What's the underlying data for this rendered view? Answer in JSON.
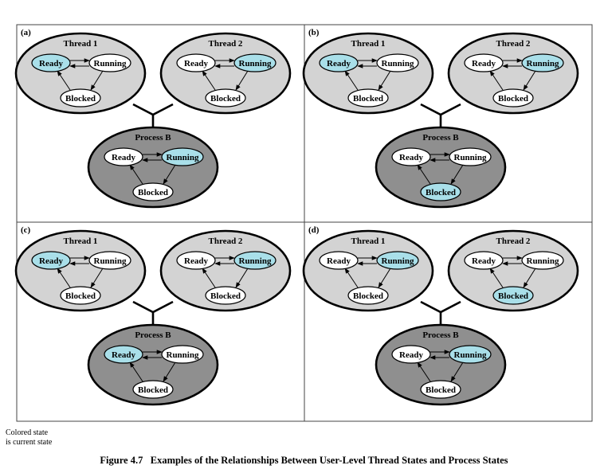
{
  "colors": {
    "current": "#a9dfe9",
    "normal": "#ffffff",
    "thread_fill": "#d3d3d3",
    "process_fill": "#8f8f8f",
    "line": "#000000"
  },
  "panels": [
    {
      "label": "(a)",
      "thread1": {
        "title": "Thread 1",
        "current": "Ready"
      },
      "thread2": {
        "title": "Thread 2",
        "current": "Running"
      },
      "process": {
        "title": "Process B",
        "current": "Running"
      }
    },
    {
      "label": "(b)",
      "thread1": {
        "title": "Thread 1",
        "current": "Ready"
      },
      "thread2": {
        "title": "Thread 2",
        "current": "Running"
      },
      "process": {
        "title": "Process B",
        "current": "Blocked"
      }
    },
    {
      "label": "(c)",
      "thread1": {
        "title": "Thread 1",
        "current": "Ready"
      },
      "thread2": {
        "title": "Thread 2",
        "current": "Running"
      },
      "process": {
        "title": "Process B",
        "current": "Ready"
      }
    },
    {
      "label": "(d)",
      "thread1": {
        "title": "Thread 1",
        "current": "Running"
      },
      "thread2": {
        "title": "Thread 2",
        "current": "Blocked"
      },
      "process": {
        "title": "Process B",
        "current": "Running"
      }
    }
  ],
  "states": [
    "Ready",
    "Running",
    "Blocked"
  ],
  "legend": {
    "line1": "Colored state",
    "line2": "is current state"
  },
  "caption": "Figure 4.7   Examples of the Relationships Between User-Level Thread States and Process States"
}
